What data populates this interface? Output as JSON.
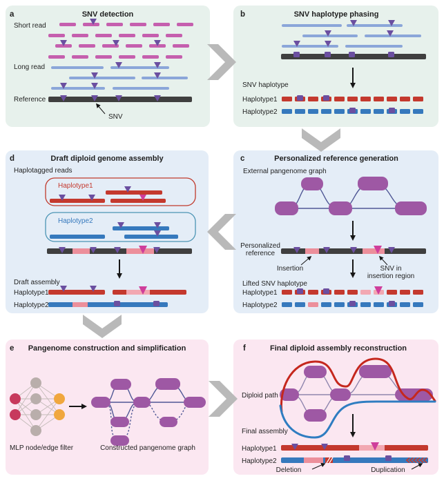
{
  "figure": {
    "panels": {
      "a": {
        "letter": "a",
        "title": "SNV detection",
        "labels": {
          "short_read": "Short read",
          "long_read": "Long read",
          "reference": "Reference",
          "snv": "SNV"
        }
      },
      "b": {
        "letter": "b",
        "title": "SNV haplotype phasing",
        "labels": {
          "snv_haplotype": "SNV haplotype",
          "haplotype1": "Haplotype1",
          "haplotype2": "Haplotype2"
        }
      },
      "c": {
        "letter": "c",
        "title": "Personalized reference generation",
        "labels": {
          "external_pangenome_graph": "External pangenome graph",
          "personalized_line1": "Personalized",
          "personalized_line2": "reference",
          "insertion": "Insertion",
          "snv_in_line1": "SNV in",
          "snv_in_line2": "insertion region",
          "lifted_snv_haplotype": "Lifted SNV haplotype",
          "haplotype1": "Haplotype1",
          "haplotype2": "Haplotype2"
        }
      },
      "d": {
        "letter": "d",
        "title": "Draft diploid genome assembly",
        "labels": {
          "haplotagged_reads": "Haplotagged reads",
          "box_haplotype1": "Haplotype1",
          "box_haplotype2": "Haplotype2",
          "draft_assembly": "Draft assembly",
          "haplotype1": "Haplotype1",
          "haplotype2": "Haplotype2"
        }
      },
      "e": {
        "letter": "e",
        "title": "Pangenome construction and simplification",
        "labels": {
          "mlp_filter": "MLP node/edge filter",
          "constructed_graph": "Constructed pangenome graph"
        }
      },
      "f": {
        "letter": "f",
        "title": "Final diploid assembly reconstruction",
        "labels": {
          "diploid_path": "Diploid path",
          "final_assembly": "Final assembly",
          "haplotype1": "Haplotype1",
          "haplotype2": "Haplotype2",
          "deletion": "Deletion",
          "duplication": "Duplication"
        }
      }
    },
    "colors": {
      "panel_green_bg": "#e7f1ec",
      "panel_blue_bg": "#e4edf7",
      "panel_pink_bg": "#fbe7f1",
      "short_read": "#c55fae",
      "long_read": "#8ba6d9",
      "reference": "#3f3f3f",
      "snv_marker": "#6b4fa0",
      "snv_insertion_magenta": "#cf3e9b",
      "haplotype1_red": "#c4392e",
      "haplotype2_blue": "#3679bd",
      "insertion_pink": "#ec8f9b",
      "insertion_pink_light": "#f2a8b2",
      "pangenome_node": "#9e58a4",
      "graph_edge": "#4f5795",
      "graph_edge_light": "#8f86ae",
      "mlp_input": "#c73a5d",
      "mlp_hidden": "#b9aeab",
      "mlp_output": "#f0a73e",
      "mlp_edge": "#c3bbb8",
      "flow_chevron": "#b9b9b9",
      "path_red": "#c5271d",
      "path_blue": "#2f7dc1",
      "box_haplotype1_outline": "#c0392b",
      "box_haplotype2_outline": "#4b94b4"
    }
  }
}
